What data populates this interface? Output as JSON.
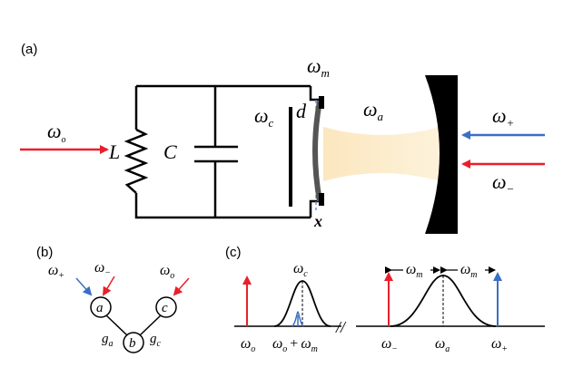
{
  "panel_a": {
    "label": "(a)",
    "omega_m": {
      "sym": "ω",
      "sub": "m"
    },
    "omega_o": {
      "sym": "ω",
      "sub": "o"
    },
    "L": "L",
    "C": "C",
    "omega_c": {
      "sym": "ω",
      "sub": "c"
    },
    "d": "d",
    "omega_a": {
      "sym": "ω",
      "sub": "a"
    },
    "x": "x",
    "omega_plus": {
      "sym": "ω",
      "sub": "+"
    },
    "omega_minus": {
      "sym": "ω",
      "sub": "−"
    }
  },
  "panel_b": {
    "label": "(b)",
    "omega_plus": {
      "sym": "ω",
      "sub": "+"
    },
    "omega_minus": {
      "sym": "ω",
      "sub": "−"
    },
    "omega_o": {
      "sym": "ω",
      "sub": "o"
    },
    "node_a": "a",
    "node_b": "b",
    "node_c": "c",
    "g_a": {
      "sym": "g",
      "sub": "a"
    },
    "g_c": {
      "sym": "g",
      "sub": "c"
    }
  },
  "panel_c": {
    "label": "(c)",
    "omega_c": {
      "sym": "ω",
      "sub": "c"
    },
    "omega_m_left": {
      "sym": "ω",
      "sub": "m"
    },
    "omega_m_right": {
      "sym": "ω",
      "sub": "m"
    },
    "axis_break": "//",
    "omega_o": {
      "sym": "ω",
      "sub": "o"
    },
    "omega_o_plus_m": {
      "sym": "ω",
      "sub": "o",
      "plus": "+",
      "sym2": "ω",
      "sub2": "m"
    },
    "omega_minus": {
      "sym": "ω",
      "sub": "−"
    },
    "omega_a": {
      "sym": "ω",
      "sub": "a"
    },
    "omega_plus": {
      "sym": "ω",
      "sub": "+"
    }
  },
  "colors": {
    "red": "#e8202a",
    "blue": "#3a6fc4",
    "beam": "#fbecc8",
    "mirror": "#000000"
  }
}
